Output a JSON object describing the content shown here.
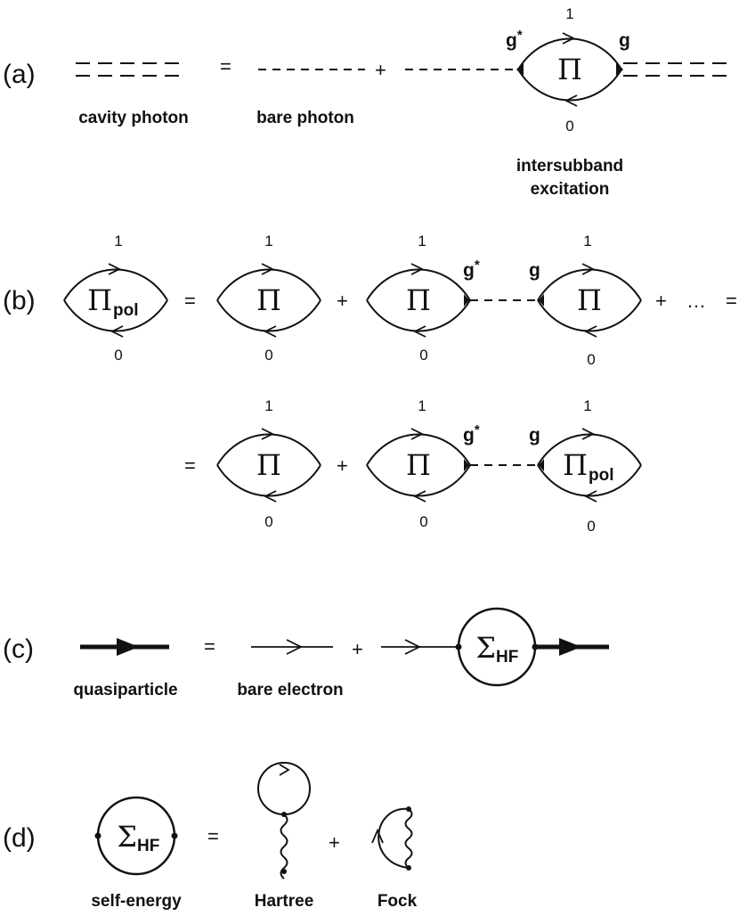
{
  "panels": {
    "a": {
      "label": "(a)",
      "captions": {
        "cavity": "cavity photon",
        "bare": "bare photon",
        "excitation_1": "intersubband",
        "excitation_2": "excitation"
      },
      "operators": {
        "eq": "=",
        "plus": "+"
      },
      "bubble": {
        "symbol": "Π",
        "top": "1",
        "bottom": "0",
        "g_left": "g",
        "g_star": "*",
        "g_right": "g"
      }
    },
    "b": {
      "label": "(b)",
      "pol_symbol": "Π",
      "pol_sub": "pol",
      "pi": "Π",
      "index_top": "1",
      "index_bottom": "0",
      "g_left": "g",
      "g_star": "*",
      "g_right": "g",
      "eq": "=",
      "plus": "+",
      "ellipsis": "…"
    },
    "c": {
      "label": "(c)",
      "captions": {
        "quasi": "quasiparticle",
        "bare": "bare electron"
      },
      "sigma": "Σ",
      "sigma_sub": "HF",
      "eq": "=",
      "plus": "+"
    },
    "d": {
      "label": "(d)",
      "sigma": "Σ",
      "sigma_sub": "HF",
      "captions": {
        "self": "self-energy",
        "hartree": "Hartree",
        "fock": "Fock"
      },
      "eq": "=",
      "plus": "+"
    }
  }
}
